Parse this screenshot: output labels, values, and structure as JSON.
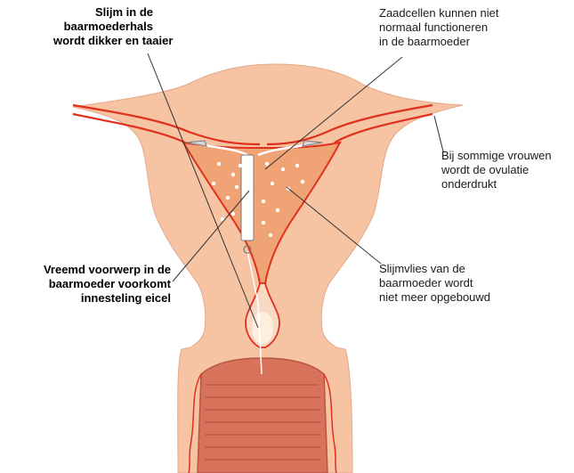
{
  "labels": {
    "mucus": [
      "Slijm in de",
      "baarmoederhals",
      "wordt dikker en taaier"
    ],
    "sperm": [
      "Zaadcellen kunnen niet",
      "normaal functioneren",
      "in de baarmoeder"
    ],
    "ovulation": [
      "Bij sommige vrouwen",
      "wordt de ovulatie",
      "onderdrukt"
    ],
    "foreign_object": [
      "Vreemd voorwerp in de",
      "baarmoeder voorkomt",
      "innesteling eicel"
    ],
    "lining": [
      "Slijmvlies van de",
      "baarmoeder wordt",
      "niet meer opgebouwd"
    ]
  },
  "colors": {
    "tissue": "#f6c3a3",
    "tissue_dark": "#e9a482",
    "lining": "#f0a476",
    "tube_line": "#e0301e",
    "vaginal_wall": "#d8735b",
    "leader_line": "#333333",
    "iud": "#ffffff"
  }
}
